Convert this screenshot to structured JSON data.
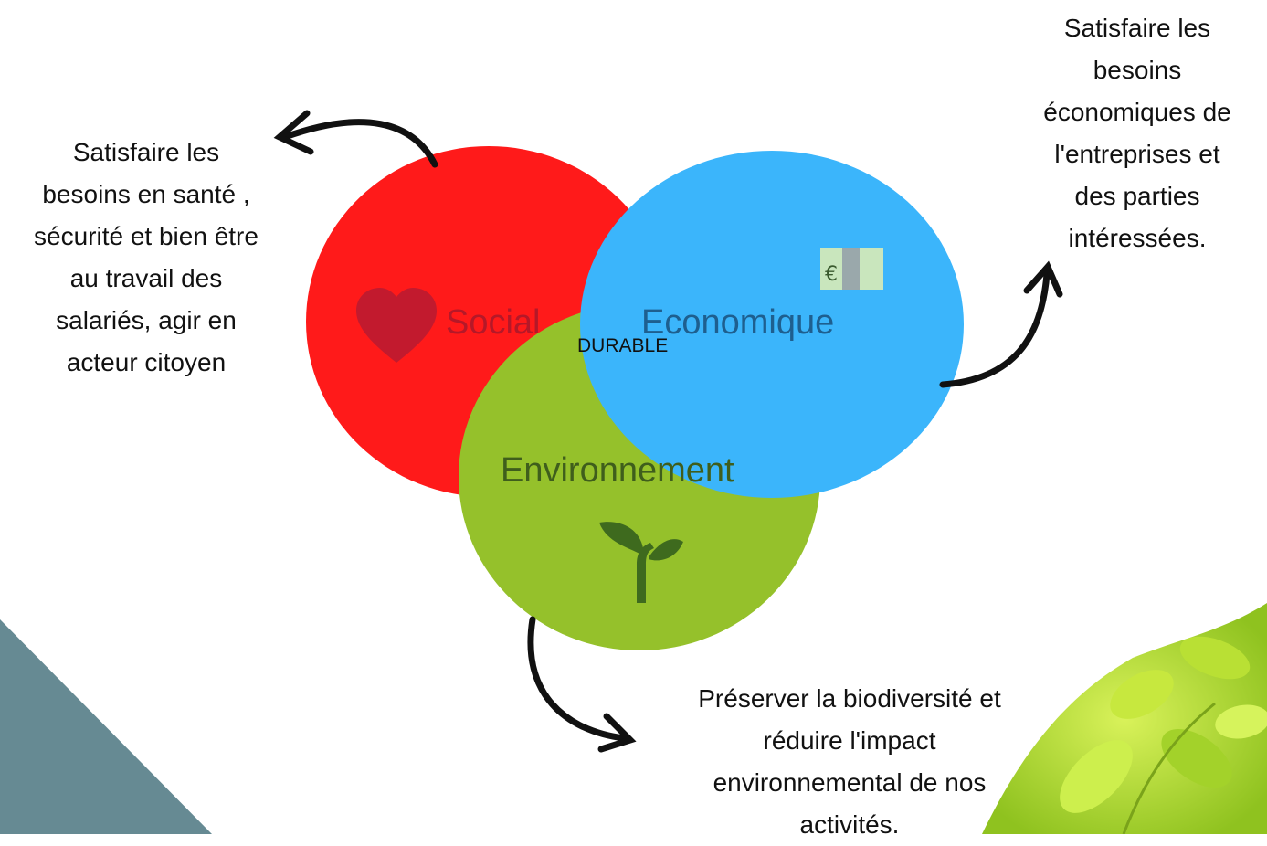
{
  "diagram": {
    "center_label": "DURABLE",
    "pillars": {
      "social": {
        "label": "Social",
        "color": "#ff1a1a",
        "icon": "heart-icon"
      },
      "economique": {
        "label": "Economique",
        "color": "#3bb5fb",
        "icon": "banknote-icon",
        "currency_symbol": "€"
      },
      "environnement": {
        "label": "Environnement",
        "color": "#95c12b",
        "icon": "sprout-icon"
      }
    },
    "notes": {
      "social": [
        "Satisfaire les",
        "besoins en santé ,",
        "sécurité et bien être",
        "au travail des",
        "salariés, agir en",
        "acteur citoyen"
      ],
      "economique": [
        "Satisfaire les",
        "besoins",
        "économiques de",
        "l'entreprises et",
        "des parties",
        "intéressées."
      ],
      "environnement": [
        "Préserver la biodiversité et",
        "réduire l'impact",
        "environnemental de nos",
        "activités."
      ]
    }
  },
  "decor": {
    "corner_triangle_color": "#668a93",
    "leaves_color": "#a8d631"
  }
}
